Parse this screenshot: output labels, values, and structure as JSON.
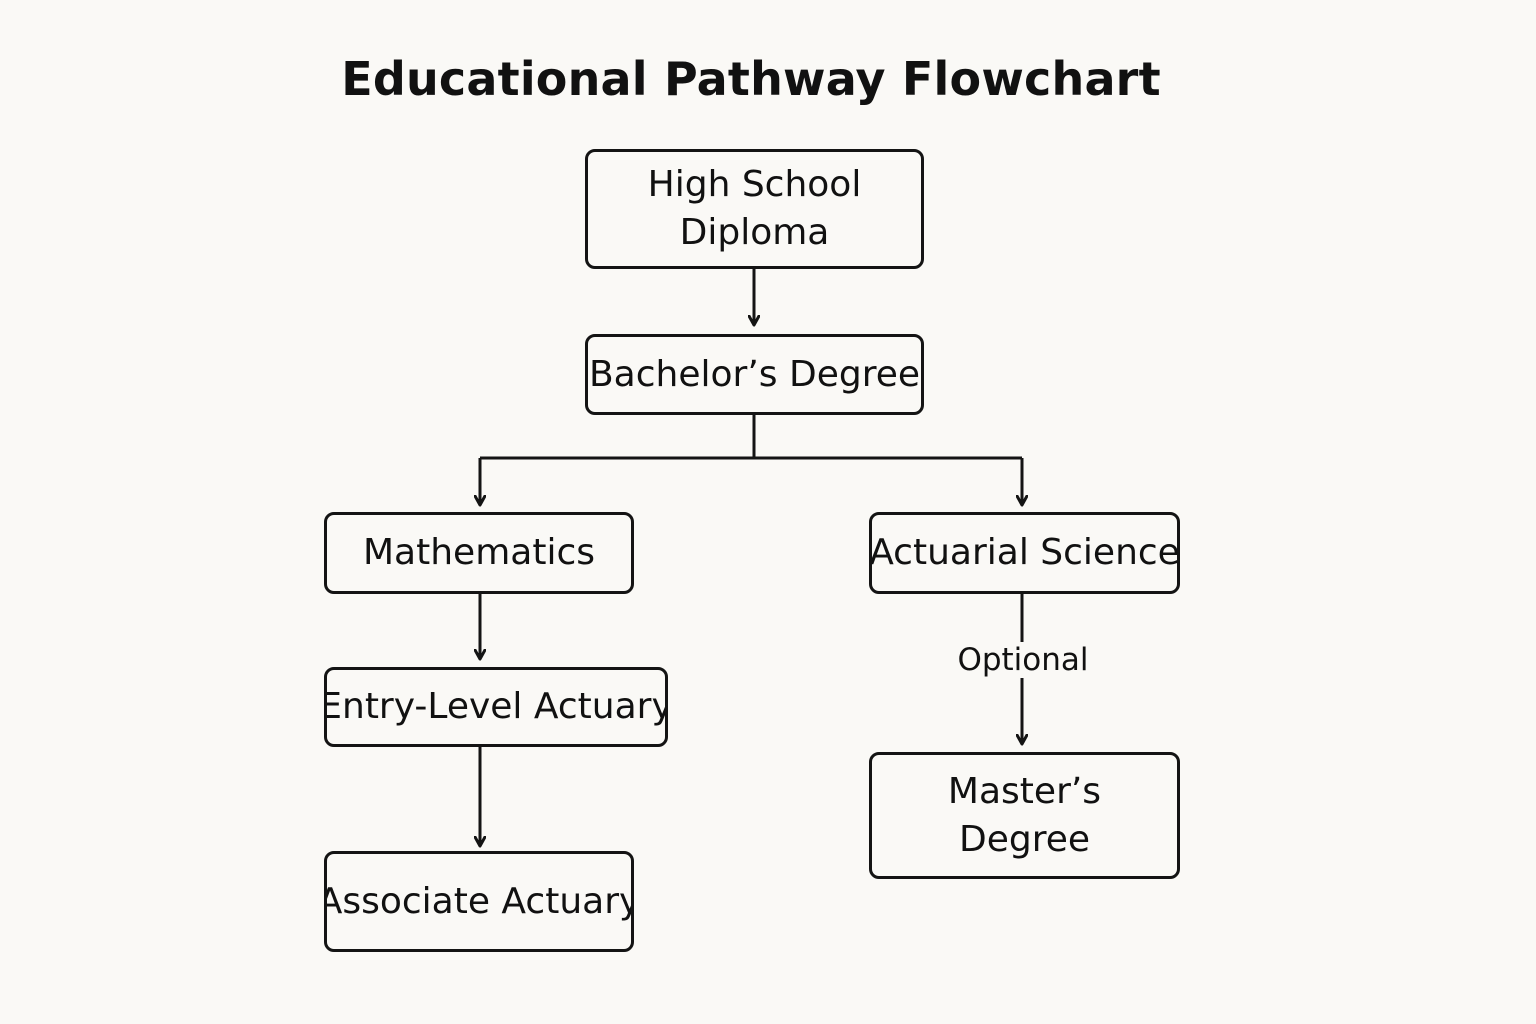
{
  "title": "Educational Pathway Flowchart",
  "nodes": {
    "high_school": "High School Diploma",
    "bachelors": "Bachelor’s Degree",
    "mathematics": "Mathematics",
    "actuarial_science": "Actuarial Science",
    "entry_level": "Entry-Level Actuary",
    "associate": "Associate Actuary",
    "masters": "Master’s Degree"
  },
  "edges": [
    {
      "from": "high_school",
      "to": "bachelors",
      "label": ""
    },
    {
      "from": "bachelors",
      "to": "mathematics",
      "label": ""
    },
    {
      "from": "bachelors",
      "to": "actuarial_science",
      "label": ""
    },
    {
      "from": "mathematics",
      "to": "entry_level",
      "label": ""
    },
    {
      "from": "entry_level",
      "to": "associate",
      "label": ""
    },
    {
      "from": "actuarial_science",
      "to": "masters",
      "label": "Optional"
    }
  ],
  "edge_labels": {
    "optional": "Optional"
  }
}
